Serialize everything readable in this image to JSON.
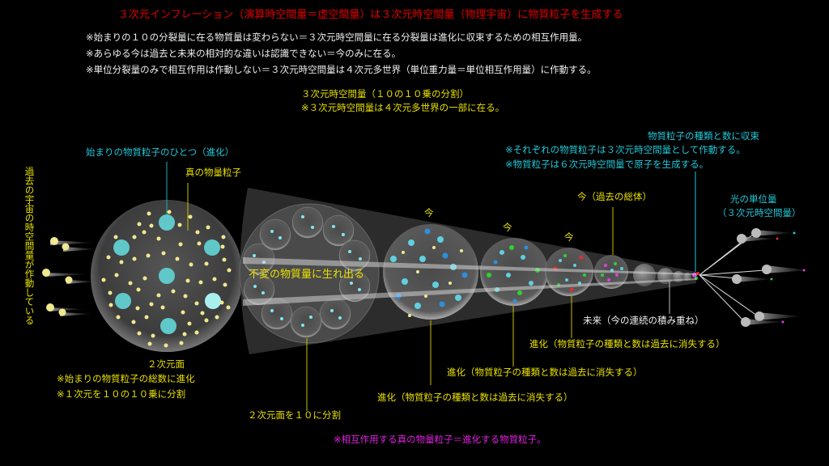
{
  "title": "３次元インフレーション（演算時空間量＝虚空間量）は３次元時空間量（物理宇宙）に物質粒子を生成する",
  "notes": [
    "※始まりの１０の分裂量に在る物質量は変わらない＝３次元時空間量に在る分裂量は進化に収束するための相互作用量。",
    "※あらゆる今は過去と未来の相対的な違いは認識できない＝今のみに在る。",
    "※単位分裂量のみで相互作用は作動しない＝３次元時空間量は４次元多世界（単位重力量＝単位相互作用量）に作動する。"
  ],
  "center_label": {
    "line1": "３次元時空間量（１０の１０乗の分割）",
    "line2": "※３次元時空間量は４次元多世界の一部に在る。"
  },
  "convergence_label": {
    "line1": "物質粒子の種類と数に収束",
    "line2": "※それぞれの物質粒子は３次元時空間量として作動する。",
    "line3": "※物質粒子は６次元時空間量で原子を生成する。"
  },
  "left_vertical_label": "過去の宇宙の時空間量が作動している",
  "first_particle_label": "始まりの物質粒子のひとつ（進化）",
  "true_particle_label": "真の物量粒子",
  "ring_label": "不変の物質量に生れ出る",
  "now_labels": [
    "今",
    "今",
    "今"
  ],
  "now_total_label": "今（過去の総体）",
  "light_unit_label": {
    "line1": "光の単位量",
    "line2": "（３次元時空間量）"
  },
  "future_label": "未来（今の連続の積み重ね）",
  "evolution_labels": [
    "進化（物質粒子の種類と数は過去に消失する）",
    "進化（物質粒子の種類と数は過去に消失する）",
    "進化（物質粒子の種類と数は過去に消失する）"
  ],
  "plane2d_label": {
    "line1": "２次元面",
    "line2": "※始まりの物質粒子の総数に進化",
    "line3": "※１次元を１０の１０乗に分割"
  },
  "split_label": "２次元面を１０に分割",
  "footer": "※相互作用する真の物量粒子＝進化する物質粒子。",
  "colors": {
    "background": "#000000",
    "title": "#e00000",
    "notes": "#f0f0f0",
    "yellow_labels": "#e8e000",
    "cyan_labels": "#20c8d8",
    "footer": "#e020e0",
    "particle_yellow": "#f0e890",
    "particle_cyan": "#60c8c8"
  }
}
